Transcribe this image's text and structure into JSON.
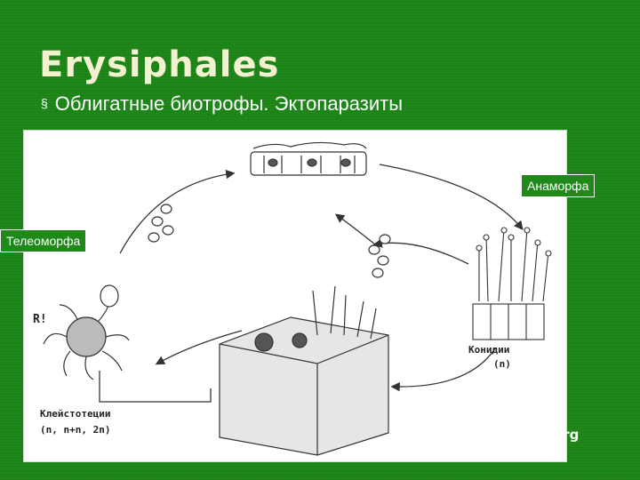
{
  "slide": {
    "title": "Erysiphales",
    "bullet_symbol": "§",
    "subtitle": "Облигатные биотрофы. Эктопаразиты"
  },
  "labels": {
    "anamorph": "Анаморфа",
    "teleomorph": "Телеоморфа"
  },
  "figure_labels": {
    "r_mark": "R!",
    "conidia": "Конидии",
    "conidia_ploidy": "(n)",
    "cleistothecia": "Клейстотеции",
    "cleistothecia_ploidy": "(n, n+n, 2n)"
  },
  "watermark": "t.org",
  "colors": {
    "background": "#1f8a1a",
    "title": "#f2f2d0",
    "text": "#ffffff"
  }
}
